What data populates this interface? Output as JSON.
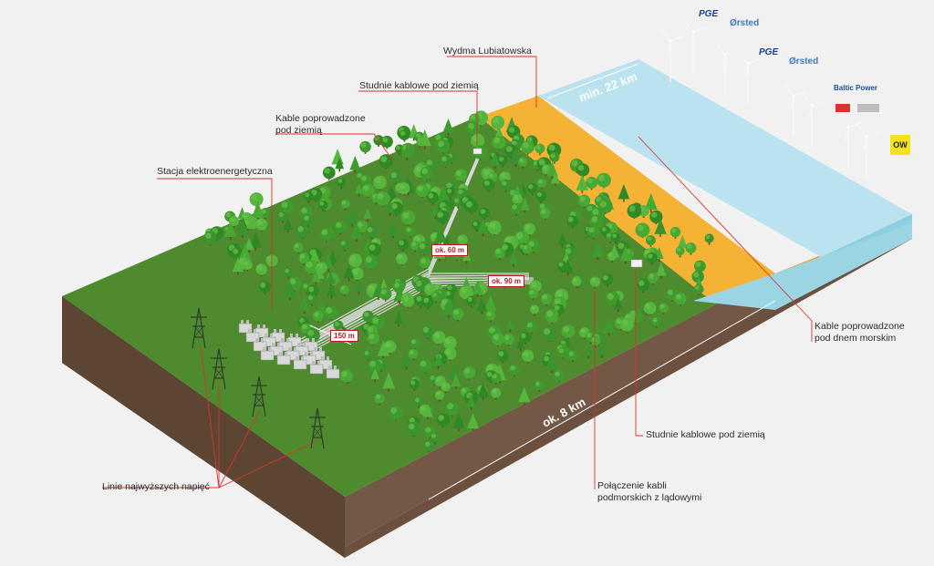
{
  "labels": {
    "wydma": "Wydma Lubiatowska",
    "studnie_top": "Studnie kablowe pod ziemią",
    "kable_ziemia_1": "Kable poprowadzone",
    "kable_ziemia_2": "pod ziemią",
    "stacja": "Stacja elektroenergetyczna",
    "kable_morze_1": "Kable poprowadzone",
    "kable_morze_2": "pod dnem morskim",
    "studnie_bottom": "Studnie kablowe pod ziemią",
    "polaczenie_1": "Połączenie kabli",
    "polaczenie_2": "podmorskich z lądowymi",
    "linie": "Linie najwyższych napięć"
  },
  "distances": {
    "d60": "ok. 60 m",
    "d90": "ok. 90 m",
    "d150": "150 m",
    "d8km": "ok. 8 km",
    "d22km": "min. 22 km"
  },
  "logos": {
    "pge_1": "PGE",
    "orsted_1": "Ørsted",
    "pge_2": "PGE",
    "orsted_2": "Ørsted",
    "baltic_power": "Baltic Power",
    "ow": "OW"
  },
  "colors": {
    "label_line": "#d9342b",
    "grass": "#4e8a2e",
    "sand": "#f5b335",
    "sea": "#a6dbe8",
    "soil": "#6b4f3f",
    "tree": "#3e9b2d"
  }
}
